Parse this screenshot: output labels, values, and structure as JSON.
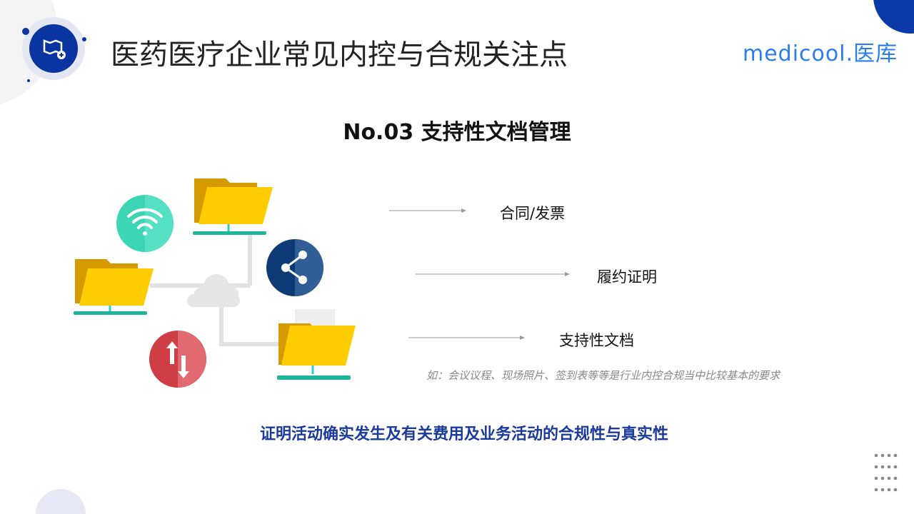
{
  "header": {
    "title": "医药医疗企业常见内控与合规关注点",
    "logo_text": "medicool.医库"
  },
  "slide": {
    "subtitle": "No.03 支持性文档管理",
    "items": [
      {
        "label": "合同/发票"
      },
      {
        "label": "履约证明"
      },
      {
        "label": "支持性文档"
      }
    ],
    "note": "如：会议议程、现场照片、签到表等等是行业内控合规当中比较基本的要求",
    "summary": "证明活动确实发生及有关费用及业务活动的合规性与真实性"
  },
  "colors": {
    "brand": "#0a35a0",
    "accent_blue": "#2a7df0",
    "summary": "#1a3a9c"
  }
}
